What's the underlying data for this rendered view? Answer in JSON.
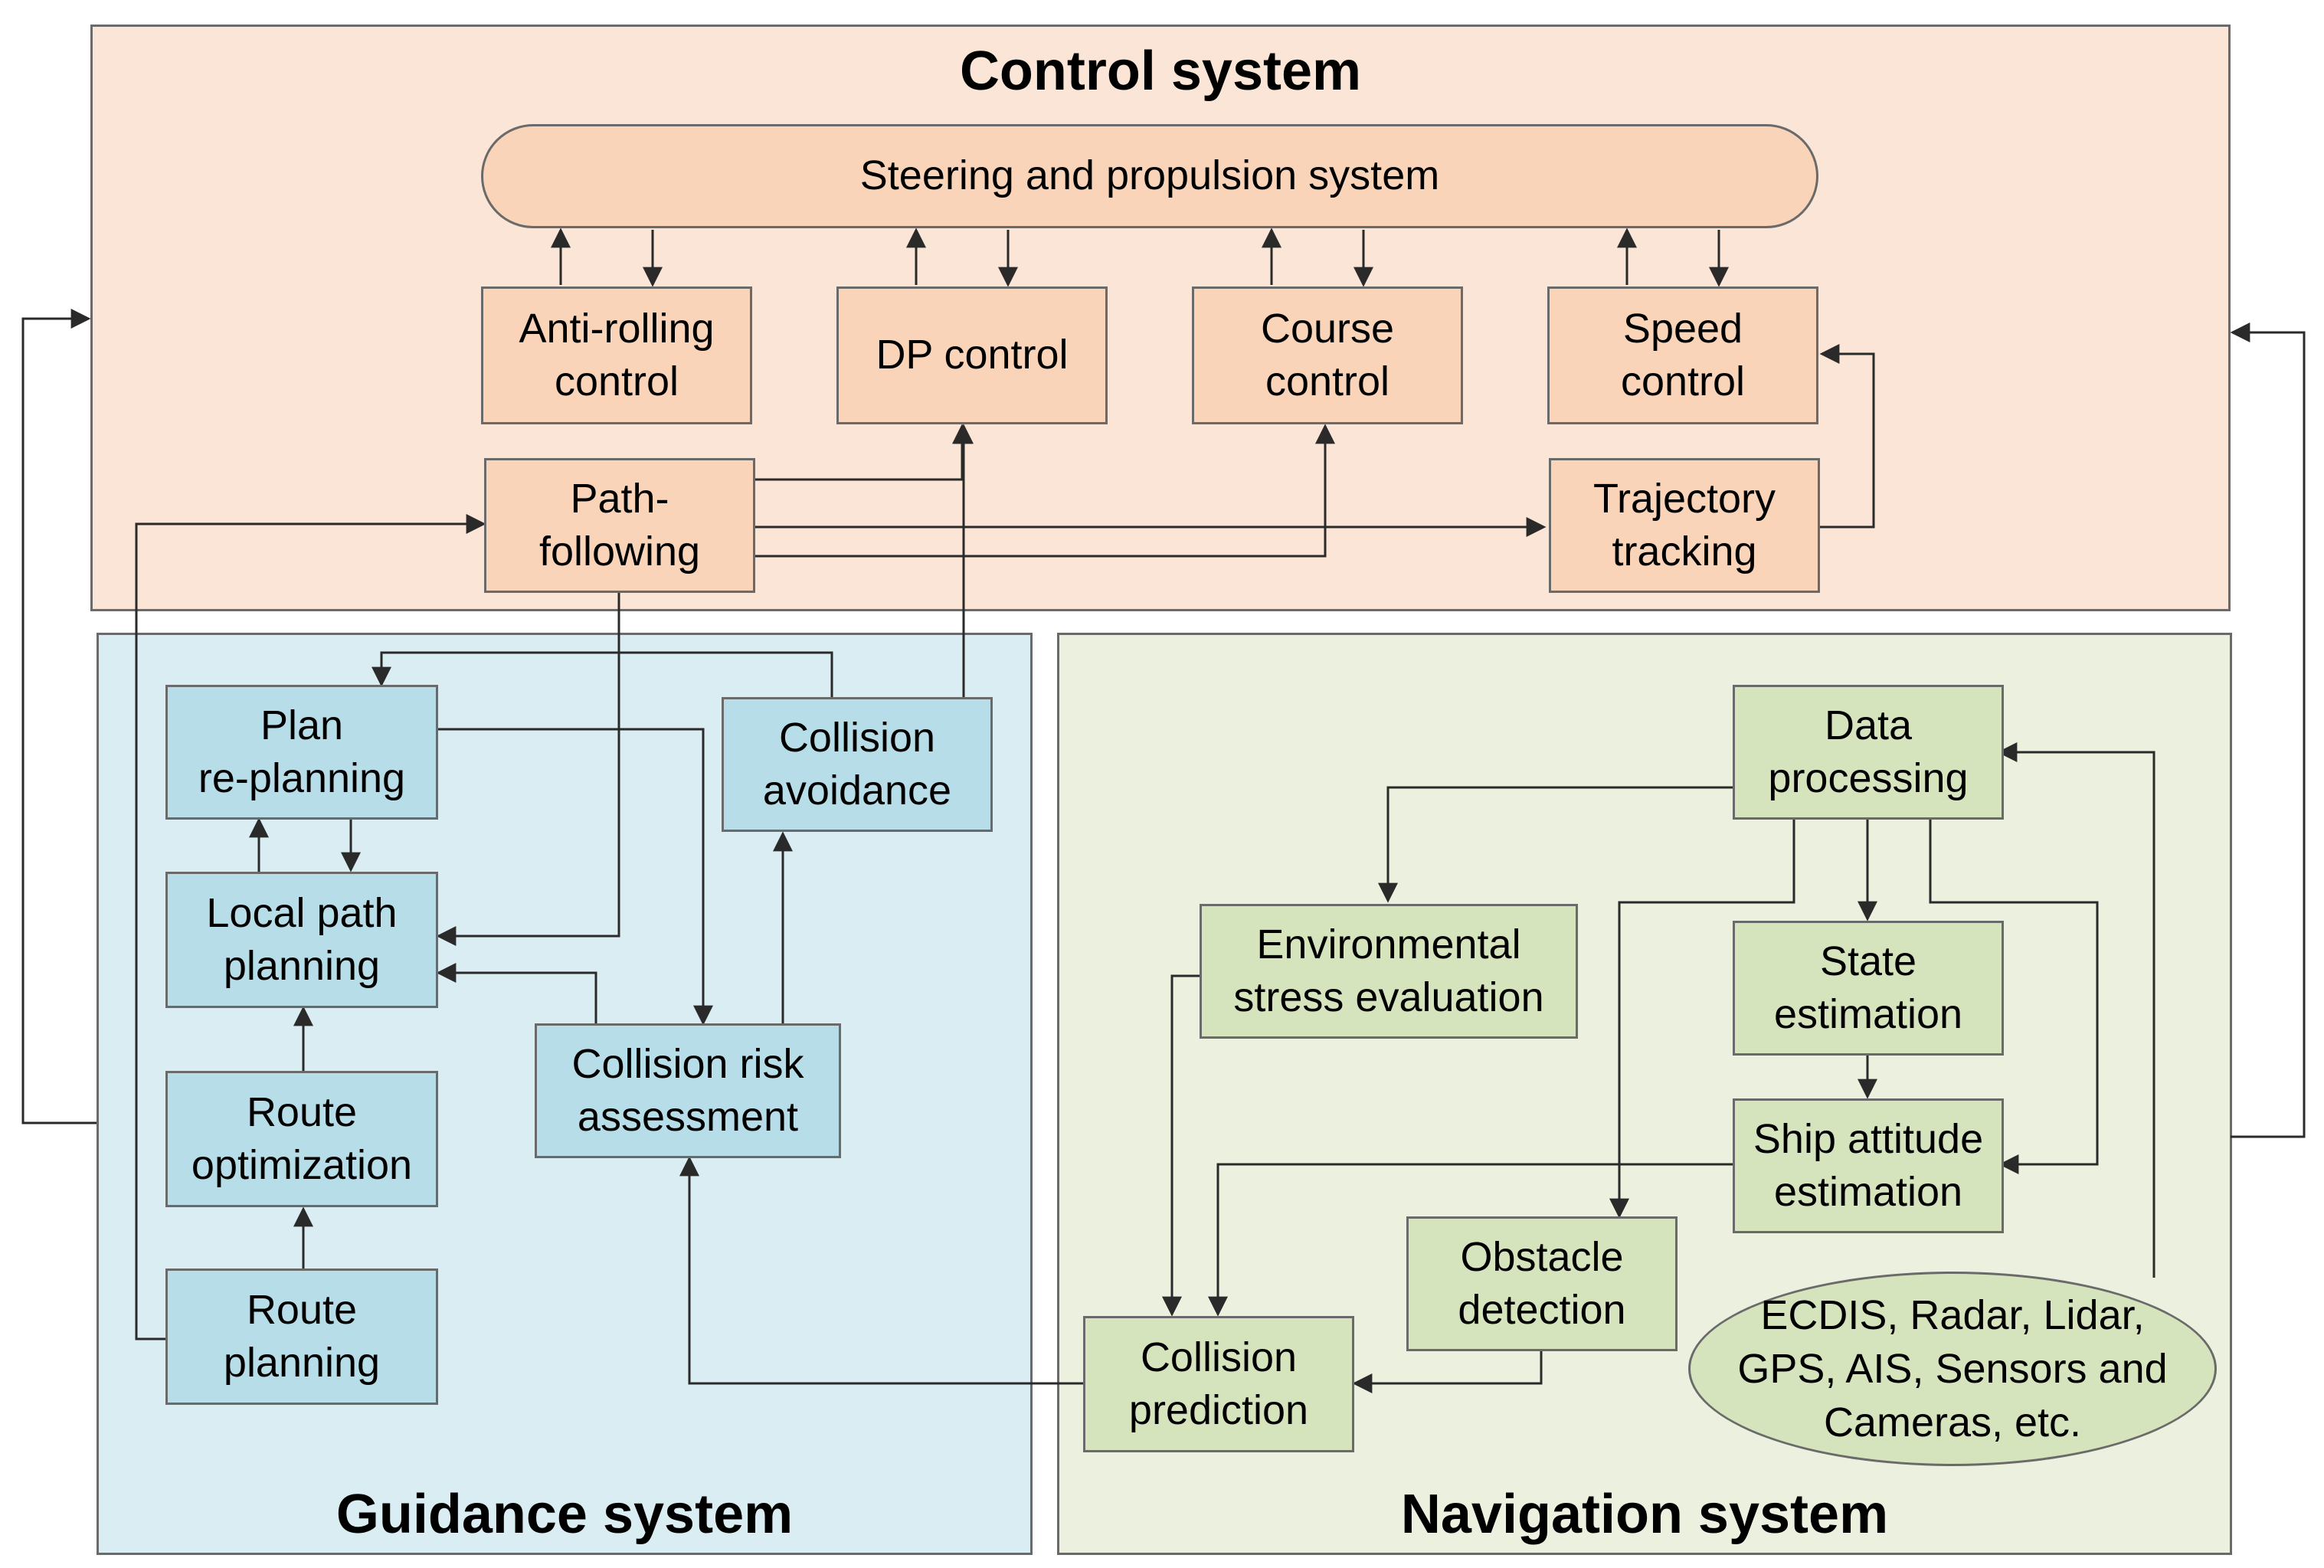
{
  "regions": {
    "control": {
      "title": "Control system"
    },
    "guidance": {
      "title": "Guidance system"
    },
    "navigation": {
      "title": "Navigation system"
    }
  },
  "control": {
    "steering": "Steering and propulsion system",
    "anti_rolling": "Anti-rolling\ncontrol",
    "dp": "DP control",
    "course": "Course\ncontrol",
    "speed": "Speed\ncontrol",
    "path_following": "Path-\nfollowing",
    "trajectory": "Trajectory\ntracking"
  },
  "guidance": {
    "plan_replanning": "Plan\nre-planning",
    "collision_avoidance": "Collision\navoidance",
    "local_path": "Local path\nplanning",
    "collision_risk": "Collision risk\nassessment",
    "route_optimization": "Route\noptimization",
    "route_planning": "Route\nplanning"
  },
  "navigation": {
    "data_processing": "Data\nprocessing",
    "env_stress": "Environmental\nstress evaluation",
    "state_estimation": "State\nestimation",
    "ship_attitude": "Ship attitude\nestimation",
    "obstacle_detection": "Obstacle\ndetection",
    "collision_prediction": "Collision\nprediction",
    "sensors": "ECDIS, Radar, Lidar,\nGPS, AIS, Sensors and\nCameras, etc."
  },
  "colors": {
    "control_bg": "#fbe5d6",
    "control_box": "#fad4b8",
    "guidance_bg": "#daedf3",
    "guidance_box": "#b6dde8",
    "navigation_bg": "#ebf1de",
    "navigation_box": "#d6e4bd",
    "border": "#6a6a6a",
    "line": "#2a2a2a"
  }
}
